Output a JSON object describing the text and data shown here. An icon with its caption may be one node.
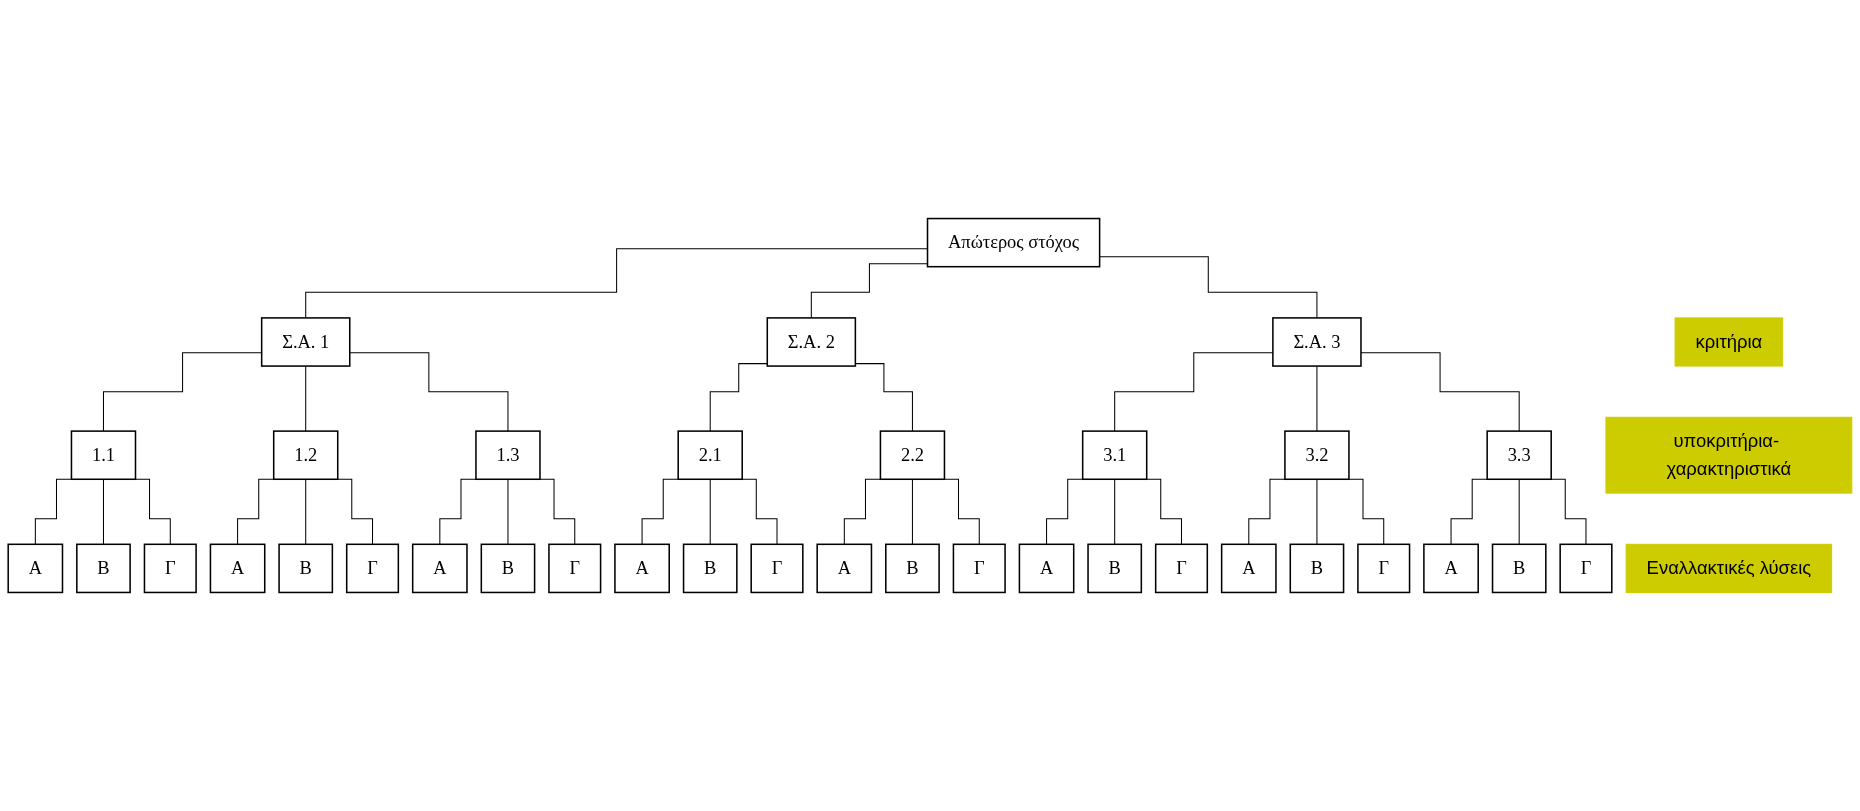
{
  "diagram": {
    "nodes": [
      {
        "text": [
          "Απώτερος στόχος"
        ]
      },
      {
        "text": [
          "Σ.Α. 1"
        ]
      },
      {
        "text": [
          "Σ.Α. 2"
        ]
      },
      {
        "text": [
          "Σ.Α. 3"
        ]
      },
      {
        "text": [
          "1.1"
        ]
      },
      {
        "text": [
          "1.2"
        ]
      },
      {
        "text": [
          "1.3"
        ]
      },
      {
        "text": [
          "2.1"
        ]
      },
      {
        "text": [
          "2.2"
        ]
      },
      {
        "text": [
          "3.1"
        ]
      },
      {
        "text": [
          "3.2"
        ]
      },
      {
        "text": [
          "3.3"
        ]
      },
      {
        "text": [
          "Α"
        ]
      },
      {
        "text": [
          "Β"
        ]
      },
      {
        "text": [
          "Γ"
        ]
      },
      {
        "text": [
          "Α"
        ]
      },
      {
        "text": [
          "Β"
        ]
      },
      {
        "text": [
          "Γ"
        ]
      },
      {
        "text": [
          "Α"
        ]
      },
      {
        "text": [
          "Β"
        ]
      },
      {
        "text": [
          "Γ"
        ]
      },
      {
        "text": [
          "Α"
        ]
      },
      {
        "text": [
          "Β"
        ]
      },
      {
        "text": [
          "Γ"
        ]
      },
      {
        "text": [
          "Α"
        ]
      },
      {
        "text": [
          "Β"
        ]
      },
      {
        "text": [
          "Γ"
        ]
      },
      {
        "text": [
          "Α"
        ]
      },
      {
        "text": [
          "Β"
        ]
      },
      {
        "text": [
          "Γ"
        ]
      },
      {
        "text": [
          "Α"
        ]
      },
      {
        "text": [
          "Β"
        ]
      },
      {
        "text": [
          "Γ"
        ]
      },
      {
        "text": [
          "Α"
        ]
      },
      {
        "text": [
          "Β"
        ]
      },
      {
        "text": [
          "Γ"
        ]
      },
      {
        "text": [
          "κριτήρια"
        ]
      },
      {
        "text": [
          "υποκριτήρια- χαρακτηριστικά"
        ]
      },
      {
        "text": [
          "Εναλλακτικές λύσεις"
        ]
      }
    ],
    "edges": [
      {
        "from": 0,
        "to": 1,
        "arrow": "none"
      },
      {
        "from": 0,
        "to": 2,
        "arrow": "none"
      },
      {
        "from": 0,
        "to": 3,
        "arrow": "none"
      },
      {
        "from": 1,
        "to": 4,
        "arrow": "none"
      },
      {
        "from": 1,
        "to": 5,
        "arrow": "none"
      },
      {
        "from": 1,
        "to": 6,
        "arrow": "none"
      },
      {
        "from": 2,
        "to": 7,
        "arrow": "none"
      },
      {
        "from": 2,
        "to": 8,
        "arrow": "none"
      },
      {
        "from": 3,
        "to": 9,
        "arrow": "none"
      },
      {
        "from": 3,
        "to": 10,
        "arrow": "none"
      },
      {
        "from": 3,
        "to": 11,
        "arrow": "none"
      },
      {
        "from": 4,
        "to": 12,
        "arrow": "none"
      },
      {
        "from": 4,
        "to": 13,
        "arrow": "none"
      },
      {
        "from": 4,
        "to": 14,
        "arrow": "none"
      },
      {
        "from": 5,
        "to": 15,
        "arrow": "none"
      },
      {
        "from": 5,
        "to": 16,
        "arrow": "none"
      },
      {
        "from": 5,
        "to": 17,
        "arrow": "none"
      },
      {
        "from": 6,
        "to": 18,
        "arrow": "none"
      },
      {
        "from": 6,
        "to": 19,
        "arrow": "none"
      },
      {
        "from": 6,
        "to": 20,
        "arrow": "none"
      },
      {
        "from": 7,
        "to": 21,
        "arrow": "none"
      },
      {
        "from": 7,
        "to": 22,
        "arrow": "none"
      },
      {
        "from": 7,
        "to": 23,
        "arrow": "none"
      },
      {
        "from": 8,
        "to": 24,
        "arrow": "none"
      },
      {
        "from": 8,
        "to": 25,
        "arrow": "none"
      },
      {
        "from": 8,
        "to": 26,
        "arrow": "none"
      },
      {
        "from": 9,
        "to": 27,
        "arrow": "none"
      },
      {
        "from": 9,
        "to": 28,
        "arrow": "none"
      },
      {
        "from": 9,
        "to": 29,
        "arrow": "none"
      },
      {
        "from": 10,
        "to": 30,
        "arrow": "none"
      },
      {
        "from": 10,
        "to": 31,
        "arrow": "none"
      },
      {
        "from": 10,
        "to": 32,
        "arrow": "none"
      },
      {
        "from": 11,
        "to": 33,
        "arrow": "none"
      },
      {
        "from": 11,
        "to": 34,
        "arrow": "none"
      },
      {
        "from": 11,
        "to": 35,
        "arrow": "none"
      }
    ]
  }
}
